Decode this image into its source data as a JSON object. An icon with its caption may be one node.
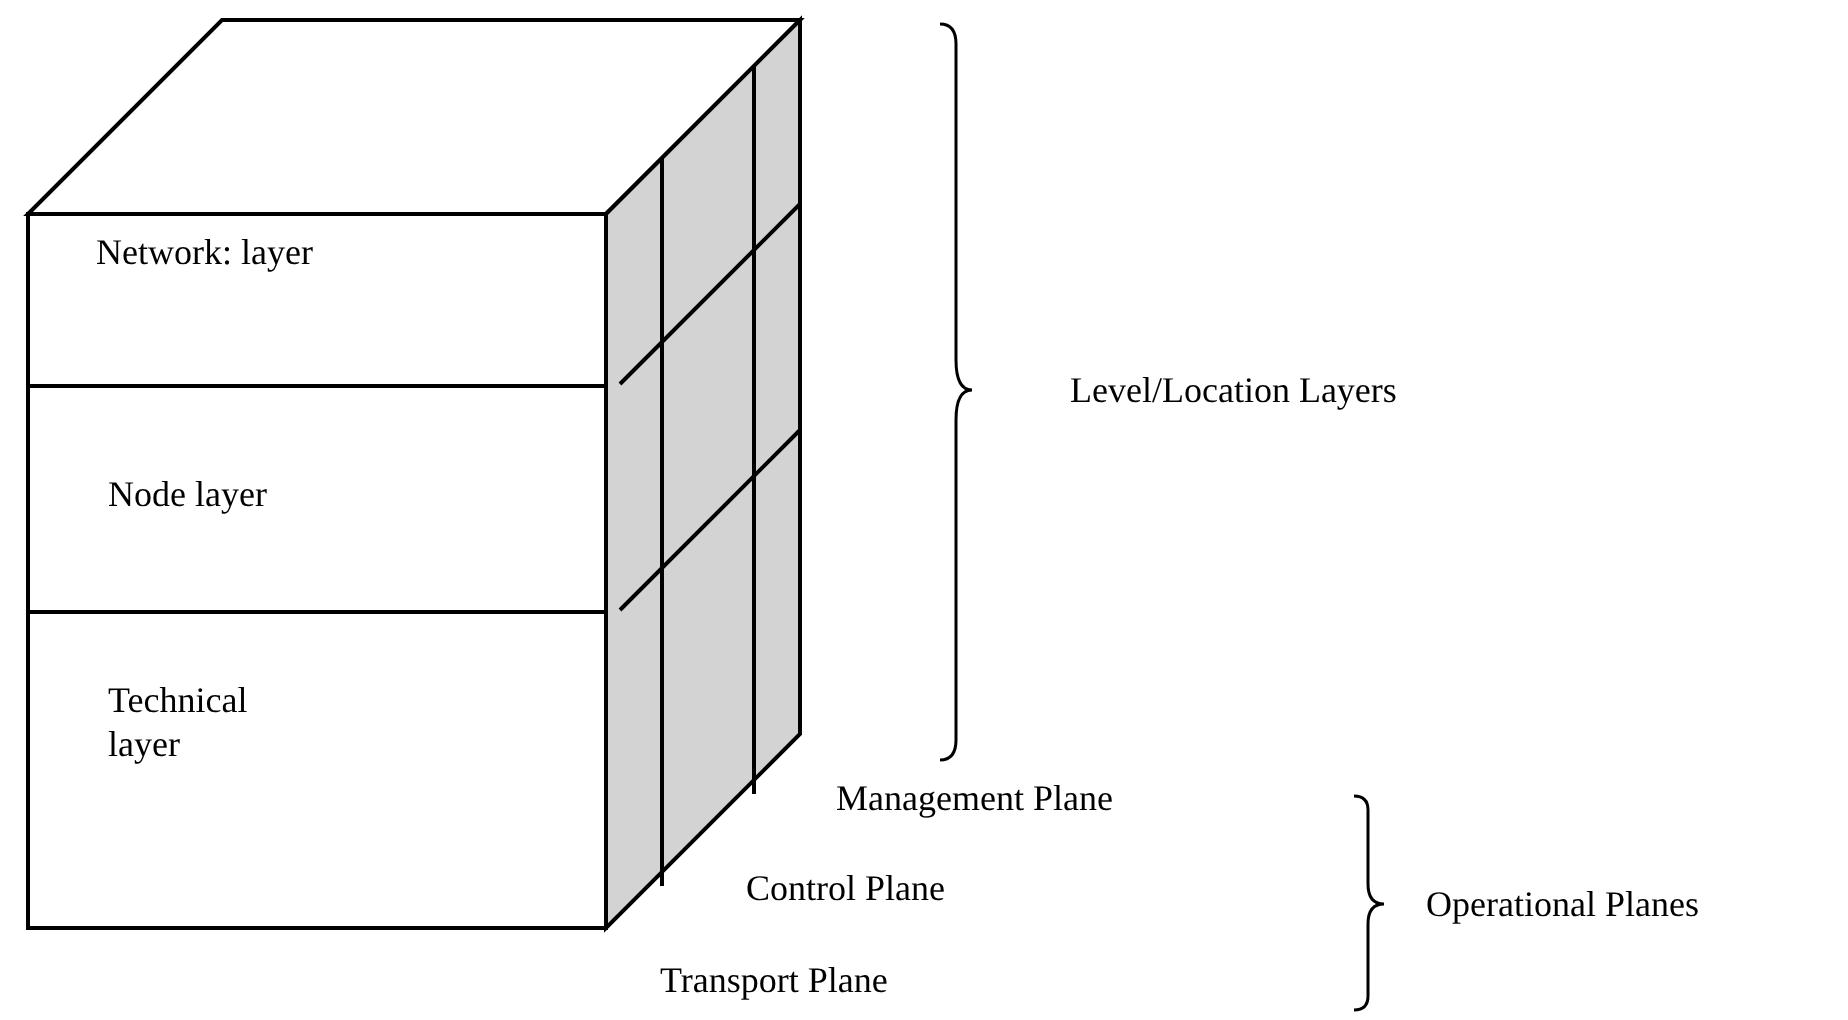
{
  "diagram": {
    "nodes": [
      {
        "text": [
          "Network: layer"
        ]
      },
      {
        "text": [
          "Node layer"
        ]
      },
      {
        "text": [
          "Technical layer"
        ]
      }
    ],
    "labels": [
      "Level/Location Layers",
      "Management Plane",
      "Control Plane",
      "Transport Plane",
      "Operational Planes"
    ]
  }
}
